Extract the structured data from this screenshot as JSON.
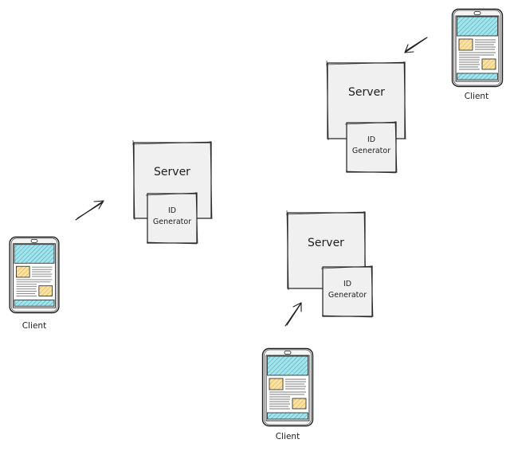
{
  "nodes": {
    "server_label": "Server",
    "id_generator_line1": "ID",
    "id_generator_line2": "Generator",
    "client_label": "Client"
  },
  "colors": {
    "box_fill": "#f0f0f0",
    "screen_accent": "#a5e2ea",
    "image_accent": "#f9d98a",
    "stroke": "#1e1e1e"
  }
}
